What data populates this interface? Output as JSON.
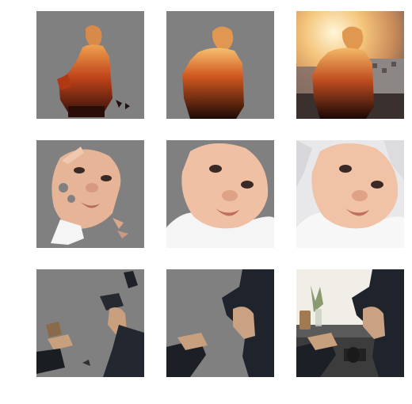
{
  "figure": {
    "rows": [
      {
        "subject": "person-overlooking-city-at-sunset",
        "panels": [
          {
            "variant": "sparse-mask",
            "background": "#808080"
          },
          {
            "variant": "dense-mask",
            "background": "#808080"
          },
          {
            "variant": "original-photo",
            "background": "#e9d3a8"
          }
        ]
      },
      {
        "subject": "baby-face-closeup",
        "panels": [
          {
            "variant": "sparse-mask",
            "background": "#808080"
          },
          {
            "variant": "dense-mask",
            "background": "#808080"
          },
          {
            "variant": "original-photo",
            "background": "#e8e8ea"
          }
        ]
      },
      {
        "subject": "business-handshake-over-desk",
        "panels": [
          {
            "variant": "sparse-mask",
            "background": "#808080"
          },
          {
            "variant": "dense-mask",
            "background": "#808080"
          },
          {
            "variant": "original-photo",
            "background": "#f1eee8"
          }
        ]
      }
    ]
  }
}
